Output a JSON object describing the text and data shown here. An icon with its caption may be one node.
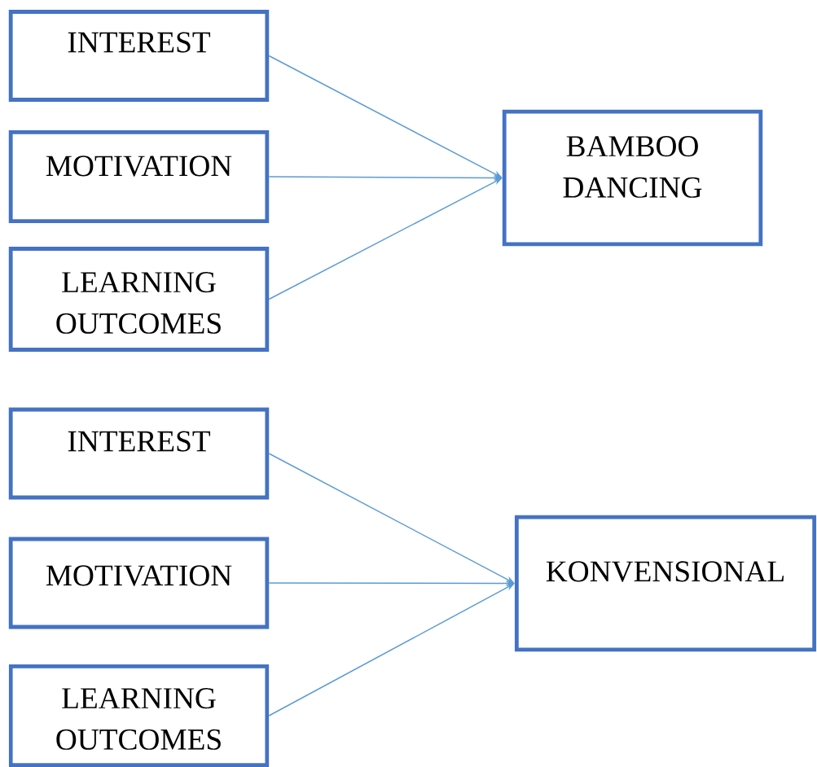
{
  "diagram": {
    "nodes": [
      {
        "text": [
          "INTEREST"
        ]
      },
      {
        "text": [
          "MOTIVATION"
        ]
      },
      {
        "text": [
          "LEARNING OUTCOMES"
        ]
      },
      {
        "text": [
          "BAMBOO DANCING"
        ]
      },
      {
        "text": [
          "INTEREST"
        ]
      },
      {
        "text": [
          "MOTIVATION"
        ]
      },
      {
        "text": [
          "LEARNING OUTCOMES"
        ]
      },
      {
        "text": [
          "KONVENSIONAL"
        ]
      }
    ],
    "edges": [
      {
        "from": 0,
        "to": 3,
        "arrow": "to"
      },
      {
        "from": 1,
        "to": 3,
        "arrow": "to"
      },
      {
        "from": 2,
        "to": 3,
        "arrow": "to"
      },
      {
        "from": 4,
        "to": 7,
        "arrow": "to"
      },
      {
        "from": 5,
        "to": 7,
        "arrow": "to"
      },
      {
        "from": 6,
        "to": 7,
        "arrow": "to"
      }
    ]
  }
}
